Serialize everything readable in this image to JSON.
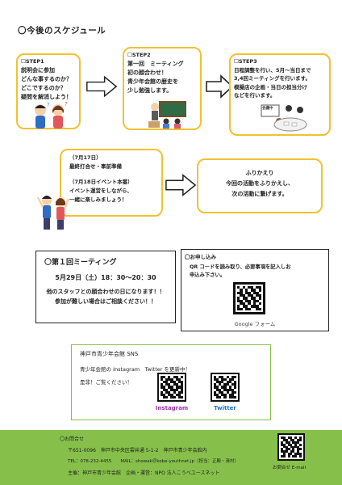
{
  "heading": "〇今後のスケジュール",
  "step1": {
    "label": "☐STEP1",
    "lines": [
      "説明会に参加",
      "どんな事するのか？",
      "どこでするのか？",
      "疑問を解消しよう！"
    ]
  },
  "step2": {
    "label": "☐STEP2",
    "lines": [
      "第一回　ミーティング",
      "初の顔合わせ！",
      "青少年会館の歴史を",
      "少し勉強します。"
    ]
  },
  "step3": {
    "label": "☐STEP3",
    "lines": [
      "日程調整を行い、5月～当日まで",
      "3,4回ミーティングを行います。",
      "模擬店の企画・当日の担当分け",
      "などを行います。"
    ],
    "sign": "会議中"
  },
  "july": {
    "lines": [
      "（7月17日）",
      "最終打合せ・事前準備",
      "",
      "（7月18日イベント本番）",
      "イベント運営をしながら、",
      "一緒に楽しみましょう！"
    ]
  },
  "review": {
    "lines": [
      "ふりかえり",
      "今回の活動をふりかえし、",
      "次の活動に繋げます。"
    ]
  },
  "meeting": {
    "title": "〇第１回ミーティング",
    "date": "5月29日（土）18：30～20：30",
    "note1": "他のスタッフとの顔合わせの日になります！！",
    "note2": "参加が難しい場合はご相談ください！！"
  },
  "apply": {
    "title": "〇お申し込み",
    "line1": "QR コードを読み取り、必要事項を記入しお",
    "line2": "申込み下さい。",
    "caption": "Google フォーム"
  },
  "sns": {
    "title": "神戸市青少年会館 SNS",
    "line1": "青少年会館の Instagram　Twitter を更新中！",
    "line2": "是非！ご覧ください！",
    "instagram": "Instagram",
    "twitter": "Twitter"
  },
  "footer": {
    "title": "〇お問合せ",
    "address": "〒651-0096　神戸市中央区雲井通 5-1-2　神戸市青少年会館内",
    "contact": "TEL：078-232-4455　　MAIL：showak＠kobe-youthnet.jp（担当：正殿・清村）",
    "org": "主催：神戸市青少年会館　企画・運営：NPO 法人こうべユースネット",
    "qr_caption": "お問合せ E-mail"
  },
  "colors": {
    "step_border": "#f2c12e",
    "sns_border": "#86c04a",
    "footer_bg": "#86c04a",
    "instagram": "#9b2fae",
    "twitter": "#1d74c7"
  }
}
